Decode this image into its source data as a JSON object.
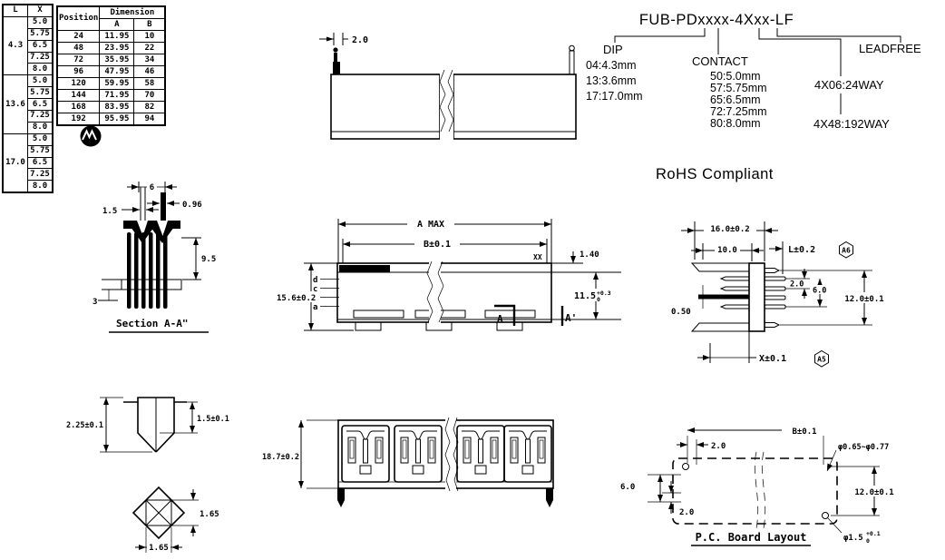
{
  "tables": {
    "lx": {
      "col_l": "L",
      "col_x": "X",
      "groups": [
        {
          "l": "4.3",
          "x": [
            "5.0",
            "5.75",
            "6.5",
            "7.25",
            "8.0"
          ]
        },
        {
          "l": "13.6",
          "x": [
            "5.0",
            "5.75",
            "6.5",
            "7.25",
            "8.0"
          ]
        },
        {
          "l": "17.0",
          "x": [
            "5.0",
            "5.75",
            "6.5",
            "7.25",
            "8.0"
          ]
        }
      ]
    },
    "positions": {
      "col_position": "Position",
      "col_dimension": "Dimension",
      "sub_a": "A",
      "sub_b": "B",
      "rows": [
        [
          "24",
          "11.95",
          "10"
        ],
        [
          "48",
          "23.95",
          "22"
        ],
        [
          "72",
          "35.95",
          "34"
        ],
        [
          "96",
          "47.95",
          "46"
        ],
        [
          "120",
          "59.95",
          "58"
        ],
        [
          "144",
          "71.95",
          "70"
        ],
        [
          "168",
          "83.95",
          "82"
        ],
        [
          "192",
          "95.95",
          "94"
        ]
      ]
    }
  },
  "part": {
    "code": "FUB-PDxxxx-4Xxx-LF",
    "dip_title": "DIP",
    "dip_options": [
      "04:4.3mm",
      "13:3.6mm",
      "17:17.0mm"
    ],
    "contact_title": "CONTACT",
    "contact_options": [
      "50:5.0mm",
      "57:5.75mm",
      "65:6.5mm",
      "72:7.25mm",
      "80:8.0mm"
    ],
    "way_min": "4X06:24WAY",
    "way_max": "4X48:192WAY",
    "leadfree": "LEADFREE",
    "rohs": "RoHS Compliant"
  },
  "top_view": {
    "dim_pitch": "2.0"
  },
  "section_view": {
    "title": "Section A-A\"",
    "dim_pitch": "6",
    "dim_pin_w": "0.96",
    "dim_slot_w": "1.5",
    "dim_depth": "9.5",
    "dim_tail": "3"
  },
  "front_view": {
    "dim_a": "A MAX",
    "dim_b": "B±0.1",
    "dim_cap": "1.40",
    "dim_height": "15.6±0.2",
    "dim_inner": "11.5",
    "dim_inner_tol_up": "+0.3",
    "dim_inner_tol_dn": "0",
    "rows": [
      "d",
      "c",
      "b",
      "a"
    ],
    "mark_xx": "XX",
    "mark_a": "A",
    "mark_a2": "A'"
  },
  "side_view": {
    "dim_w": "16.0±0.2",
    "dim_w2": "10.0",
    "dim_l": "L±0.2",
    "flag_l": "A6",
    "dim_pitch": "2.0",
    "dim_span": "6.0",
    "dim_h": "12.0±0.1",
    "dim_pin_t": "0.50",
    "dim_x": "X±0.1",
    "flag_x": "A5"
  },
  "tip_view": {
    "dim_h": "2.25±0.1",
    "dim_w": "1.5±0.1"
  },
  "cross_view": {
    "dim_w": "1.65",
    "dim_h": "1.65"
  },
  "bottom_view": {
    "dim_h": "18.7±0.2"
  },
  "pcb_view": {
    "title": "P.C. Board Layout",
    "dim_b": "B±0.1",
    "dim_pitch_top": "2.0",
    "dim_hole": "φ0.65~φ0.77",
    "dim_span": "6.0",
    "dim_pitch_bottom": "2.0",
    "dim_h": "12.0±0.1",
    "hole2": "φ1.5",
    "hole2_tol_up": "+0.1",
    "hole2_tol_dn": "0"
  }
}
